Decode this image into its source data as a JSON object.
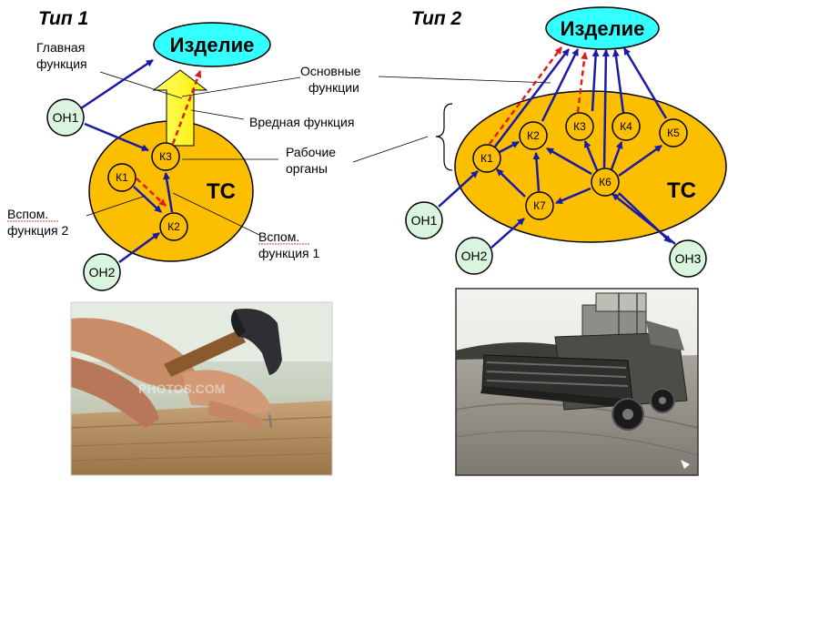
{
  "type1": {
    "title": "Тип 1",
    "product": "Изделие",
    "system": "ТС",
    "nodes": {
      "k1": "К1",
      "k2": "К2",
      "k3": "К3",
      "on1": "ОН1",
      "on2": "ОН2"
    },
    "labels": {
      "main_function_1": "Главная",
      "main_function_2": "функция",
      "harmful_function": "Вредная функция",
      "working_organs_1": "Рабочие",
      "working_organs_2": "органы",
      "aux2_1": "Вспом.",
      "aux2_2": "функция 2",
      "aux1_1": "Вспом.",
      "aux1_2": "функция 1"
    },
    "photo_watermark": "PHOTOS.COM"
  },
  "type2": {
    "title": "Тип 2",
    "product": "Изделие",
    "system": "ТС",
    "nodes": {
      "k1": "К1",
      "k2": "К2",
      "k3": "К3",
      "k4": "К4",
      "k5": "К5",
      "k6": "К6",
      "k7": "К7",
      "on1": "ОН1",
      "on2": "ОН2",
      "on3": "ОН3"
    },
    "labels": {
      "basic_functions_1": "Основные",
      "basic_functions_2": "функции"
    }
  },
  "colors": {
    "system_fill": "#fcbf00",
    "product_fill": "#33ffff",
    "object_fill": "#d9f5df",
    "main_arrow": "#1a1aa6",
    "harmful_arrow": "#e01b1b",
    "big_arrow": "#ffff33"
  }
}
